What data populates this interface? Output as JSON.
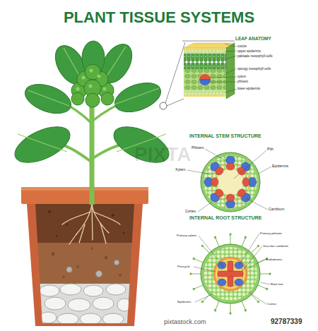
{
  "diagram": {
    "title": "PLANT TISSUE SYSTEMS",
    "labels": [
      "LEAF ANATOMY",
      "cuticle",
      "upper epidermis",
      "palisade mesophyll cells",
      "spongy mesophyll cells",
      "xylem",
      "phloem",
      "lower epidermis",
      "INTERNAL STEM STRUCTURE",
      "Phloem",
      "Pith",
      "Xylem",
      "Epidermis",
      "Cortex",
      "Cambium",
      "INTERNAL ROOT STRUCTURE",
      "Primary xylem",
      "Primary phloem",
      "Vascular cambium",
      "Endodermis",
      "Pericycle",
      "Root hair",
      "Epidermis",
      "Cortex",
      "PIXTA",
      "pixtastock.com",
      "92787339"
    ]
  }
}
